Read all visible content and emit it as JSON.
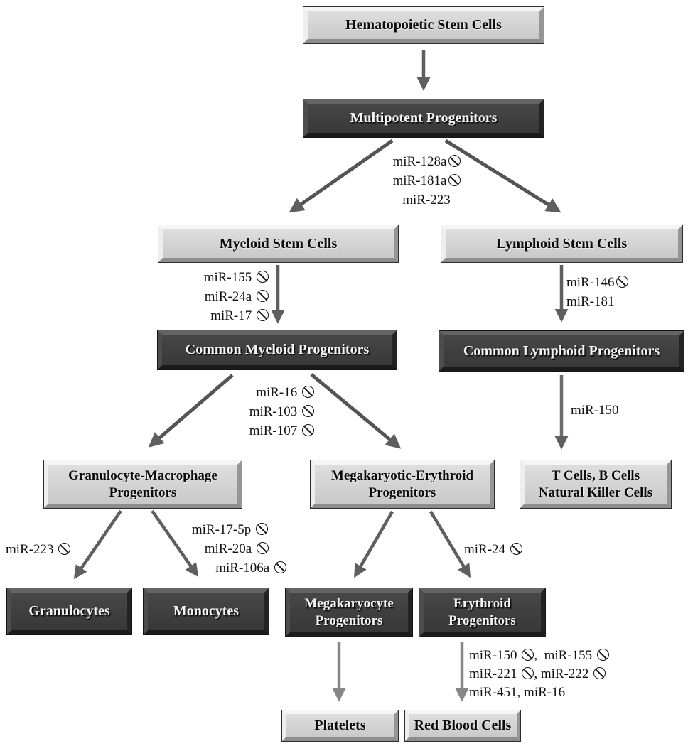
{
  "diagram": {
    "description": "Hematopoietic stem cell differentiation diagram with microRNA regulation annotations",
    "colors": {
      "light_box_fill": "#d2d2d2",
      "dark_box_fill": "#3e3e3e",
      "arrow_color": "#5f5f5f",
      "light_arrow_color": "#878787",
      "text_color": "#111111"
    },
    "nodes": {
      "hsc": {
        "label": "Hematopoietic Stem Cells",
        "variant": "light"
      },
      "mp": {
        "label": "Multipotent Progenitors",
        "variant": "dark"
      },
      "myeloid": {
        "label": "Myeloid Stem Cells",
        "variant": "light"
      },
      "lymphoid": {
        "label": "Lymphoid Stem Cells",
        "variant": "light"
      },
      "cmp": {
        "label": "Common Myeloid Progenitors",
        "variant": "dark"
      },
      "clp": {
        "label": "Common Lymphoid Progenitors",
        "variant": "dark"
      },
      "gmp": {
        "lines": [
          "Granulocyte-Macrophage",
          "Progenitors"
        ],
        "variant": "light"
      },
      "mep": {
        "lines": [
          "Megakaryotic-Erythroid",
          "Progenitors"
        ],
        "variant": "light"
      },
      "tcells": {
        "lines": [
          "T Cells, B Cells",
          "Natural Killer Cells"
        ],
        "variant": "light"
      },
      "granulocytes": {
        "label": "Granulocytes",
        "variant": "dark"
      },
      "monocytes": {
        "label": "Monocytes",
        "variant": "dark"
      },
      "mkprog": {
        "lines": [
          "Megakaryocyte",
          "Progenitors"
        ],
        "variant": "dark"
      },
      "eryprog": {
        "lines": [
          "Erythroid",
          "Progenitors"
        ],
        "variant": "dark"
      },
      "platelets": {
        "label": "Platelets",
        "variant": "light"
      },
      "rbc": {
        "label": "Red Blood Cells",
        "variant": "light"
      }
    },
    "annotations": {
      "mpBranch": {
        "lines": [
          [
            {
              "t": "miR-128a"
            },
            {
              "i": true
            }
          ],
          [
            {
              "t": "miR-181a"
            },
            {
              "i": true
            }
          ],
          [
            {
              "t": "miR-223"
            }
          ]
        ]
      },
      "myeloidToCmp": {
        "lines": [
          [
            {
              "t": "miR-155 "
            },
            {
              "i": true
            }
          ],
          [
            {
              "t": "miR-24a "
            },
            {
              "i": true
            }
          ],
          [
            {
              "t": "miR-17 "
            },
            {
              "i": true
            }
          ]
        ]
      },
      "lymphoidToClp": {
        "lines": [
          [
            {
              "t": "miR-146"
            },
            {
              "i": true
            }
          ],
          [
            {
              "t": "miR-181"
            }
          ]
        ]
      },
      "cmpBranch": {
        "lines": [
          [
            {
              "t": "miR-16 "
            },
            {
              "i": true
            }
          ],
          [
            {
              "t": "miR-103 "
            },
            {
              "i": true
            }
          ],
          [
            {
              "t": "miR-107 "
            },
            {
              "i": true
            }
          ]
        ]
      },
      "clpToTcells": {
        "lines": [
          [
            {
              "t": "miR-150"
            }
          ]
        ]
      },
      "gmpToGranulocytes": {
        "lines": [
          [
            {
              "t": "miR-223 "
            },
            {
              "i": true
            }
          ]
        ]
      },
      "gmpToMonocytes": {
        "lines": [
          [
            {
              "t": "miR-17-5p "
            },
            {
              "i": true
            }
          ],
          [
            {
              "t": "miR-20a "
            },
            {
              "i": true
            }
          ],
          [
            {
              "t": "miR-106a "
            },
            {
              "i": true
            }
          ]
        ]
      },
      "mepToErythroid": {
        "lines": [
          [
            {
              "t": "miR-24 "
            },
            {
              "i": true
            }
          ]
        ]
      },
      "erythroidToRbc": {
        "lines": [
          [
            {
              "t": "miR-150 "
            },
            {
              "i": true
            },
            {
              "t": ",  miR-155 "
            },
            {
              "i": true
            }
          ],
          [
            {
              "t": "miR-221 "
            },
            {
              "i": true
            },
            {
              "t": ", miR-222 "
            },
            {
              "i": true
            }
          ],
          [
            {
              "t": "miR-451, miR-16"
            }
          ]
        ]
      }
    }
  }
}
